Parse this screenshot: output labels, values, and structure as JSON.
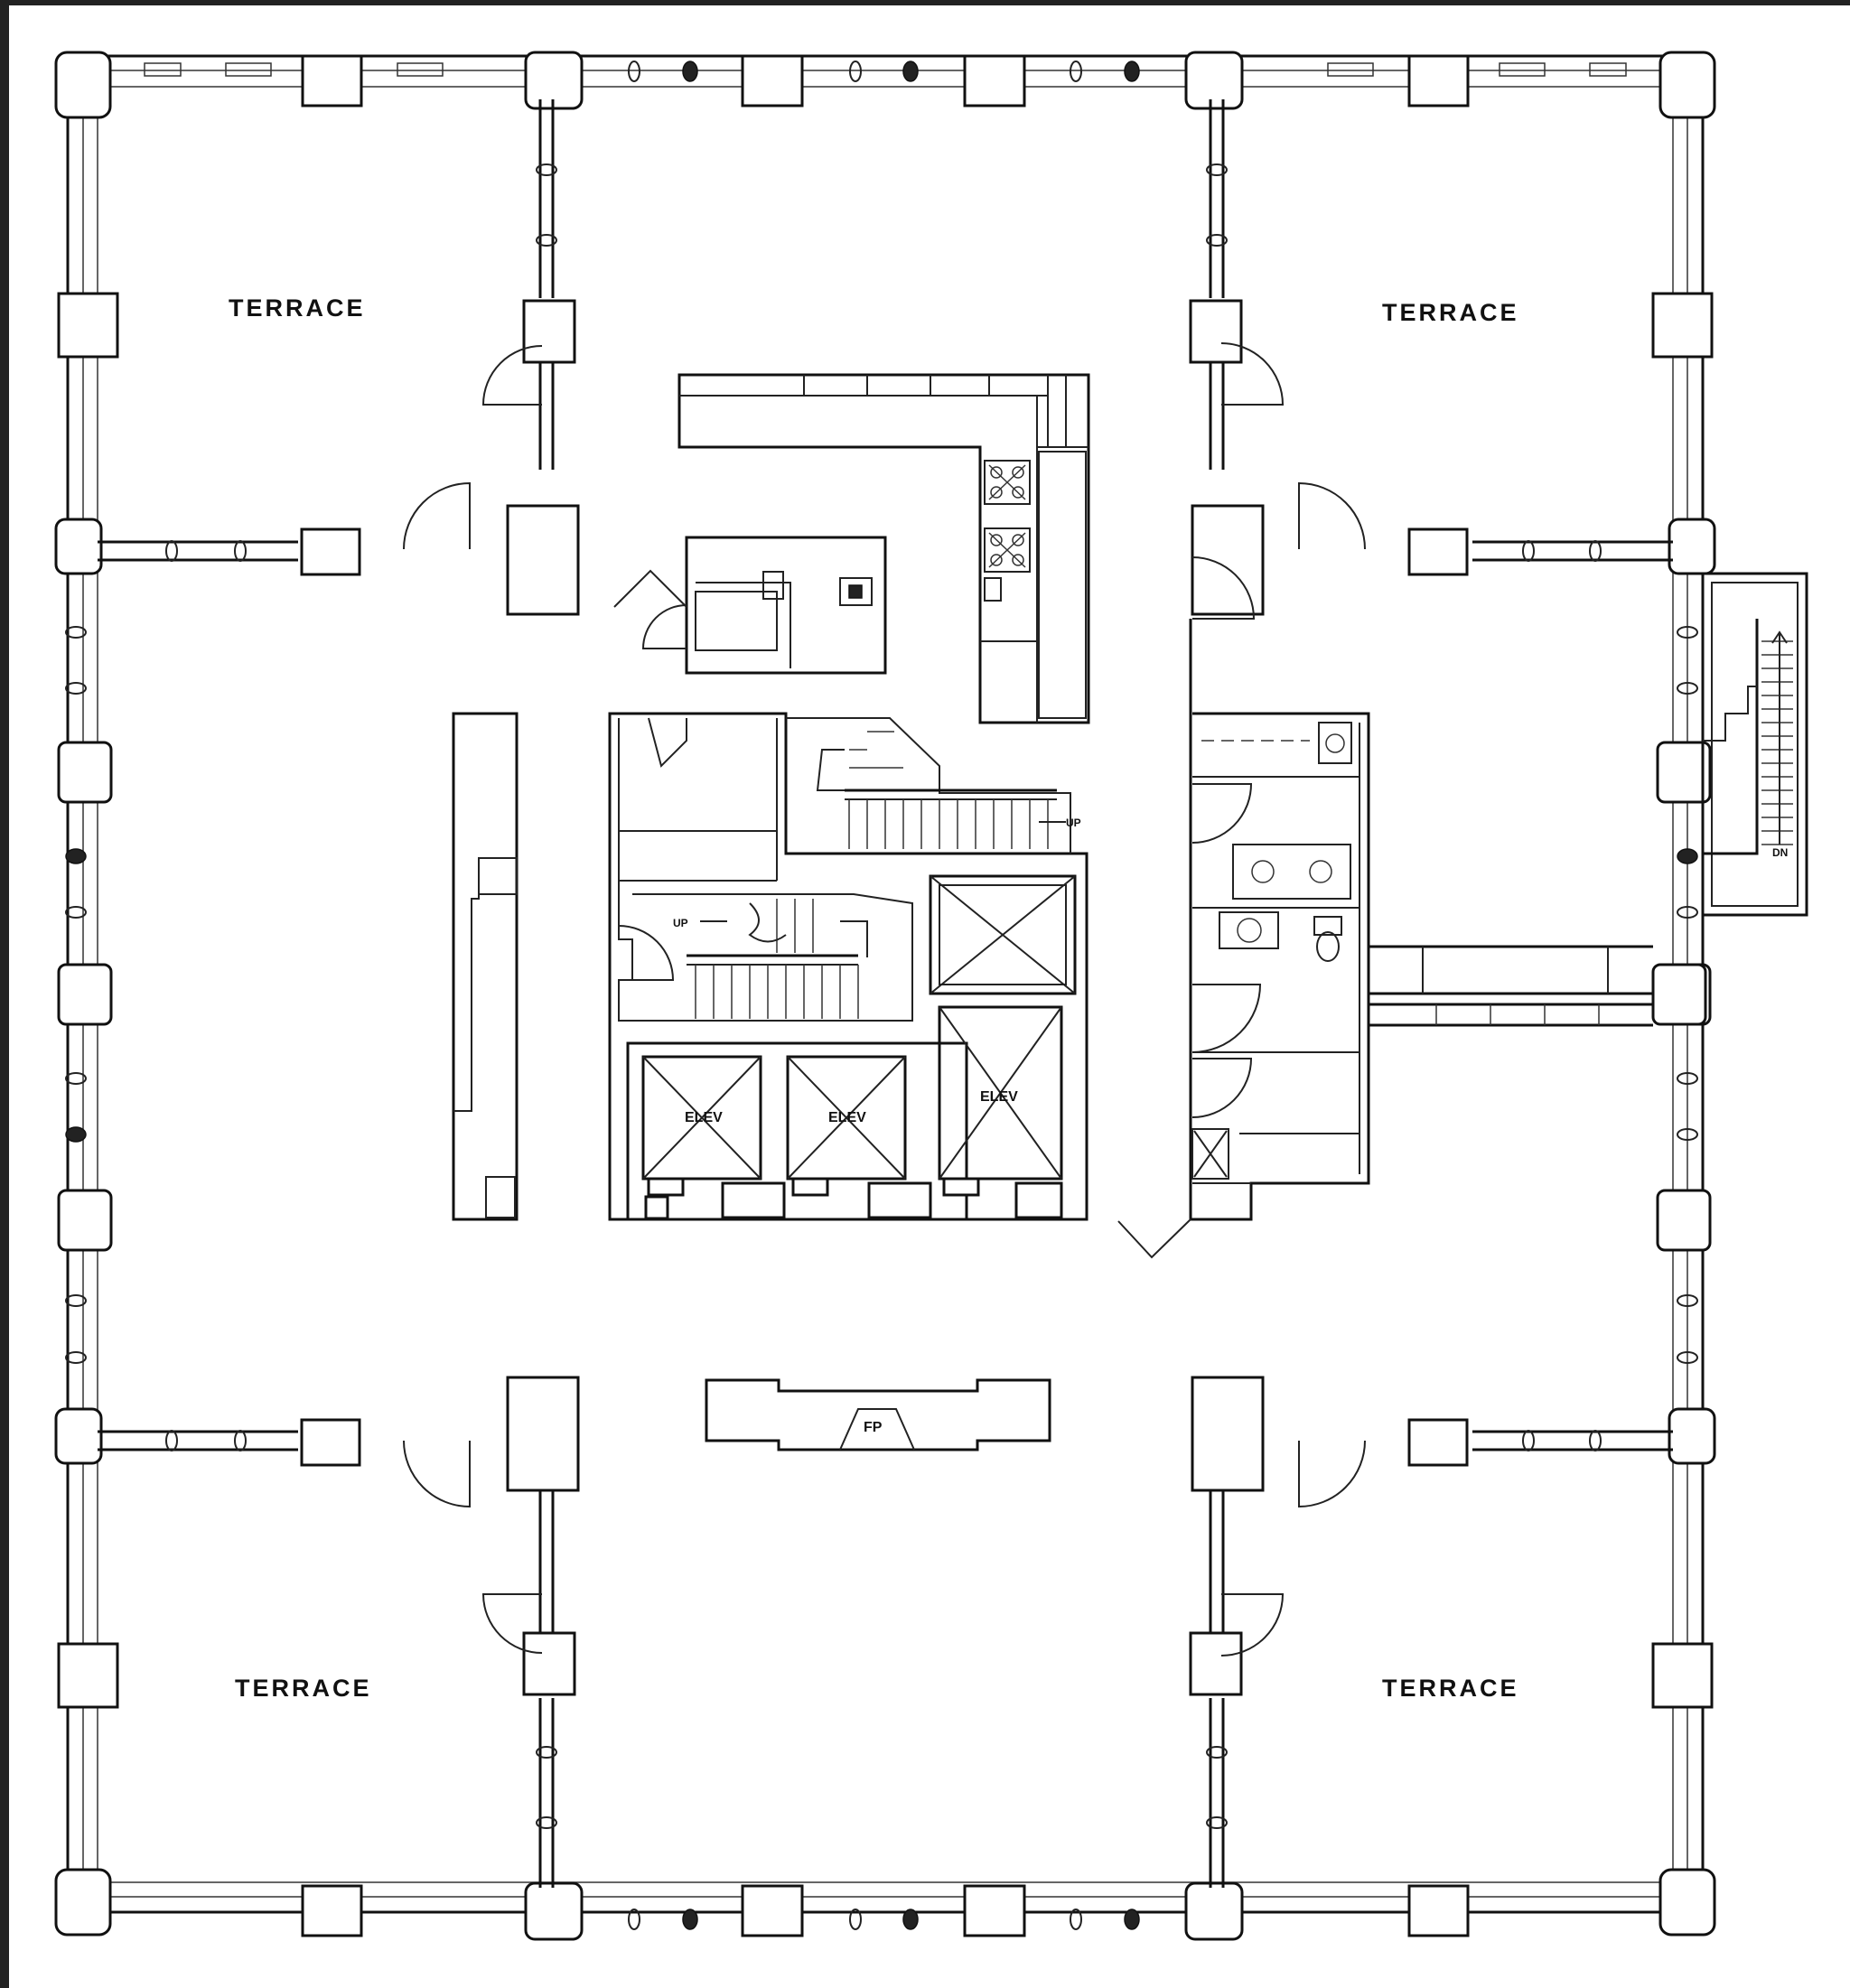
{
  "plan": {
    "labels": {
      "terrace_nw": "TERRACE",
      "terrace_ne": "TERRACE",
      "terrace_sw": "TERRACE",
      "terrace_se": "TERRACE",
      "elev_1": "ELEV",
      "elev_2": "ELEV",
      "elev_3": "ELEV",
      "fireplace": "FP",
      "up_stair": "UP",
      "up_stair_2": "UP",
      "dn_stair": "DN"
    },
    "colors": {
      "line": "#111111",
      "background": "#ffffff",
      "frame": "#222222"
    }
  }
}
